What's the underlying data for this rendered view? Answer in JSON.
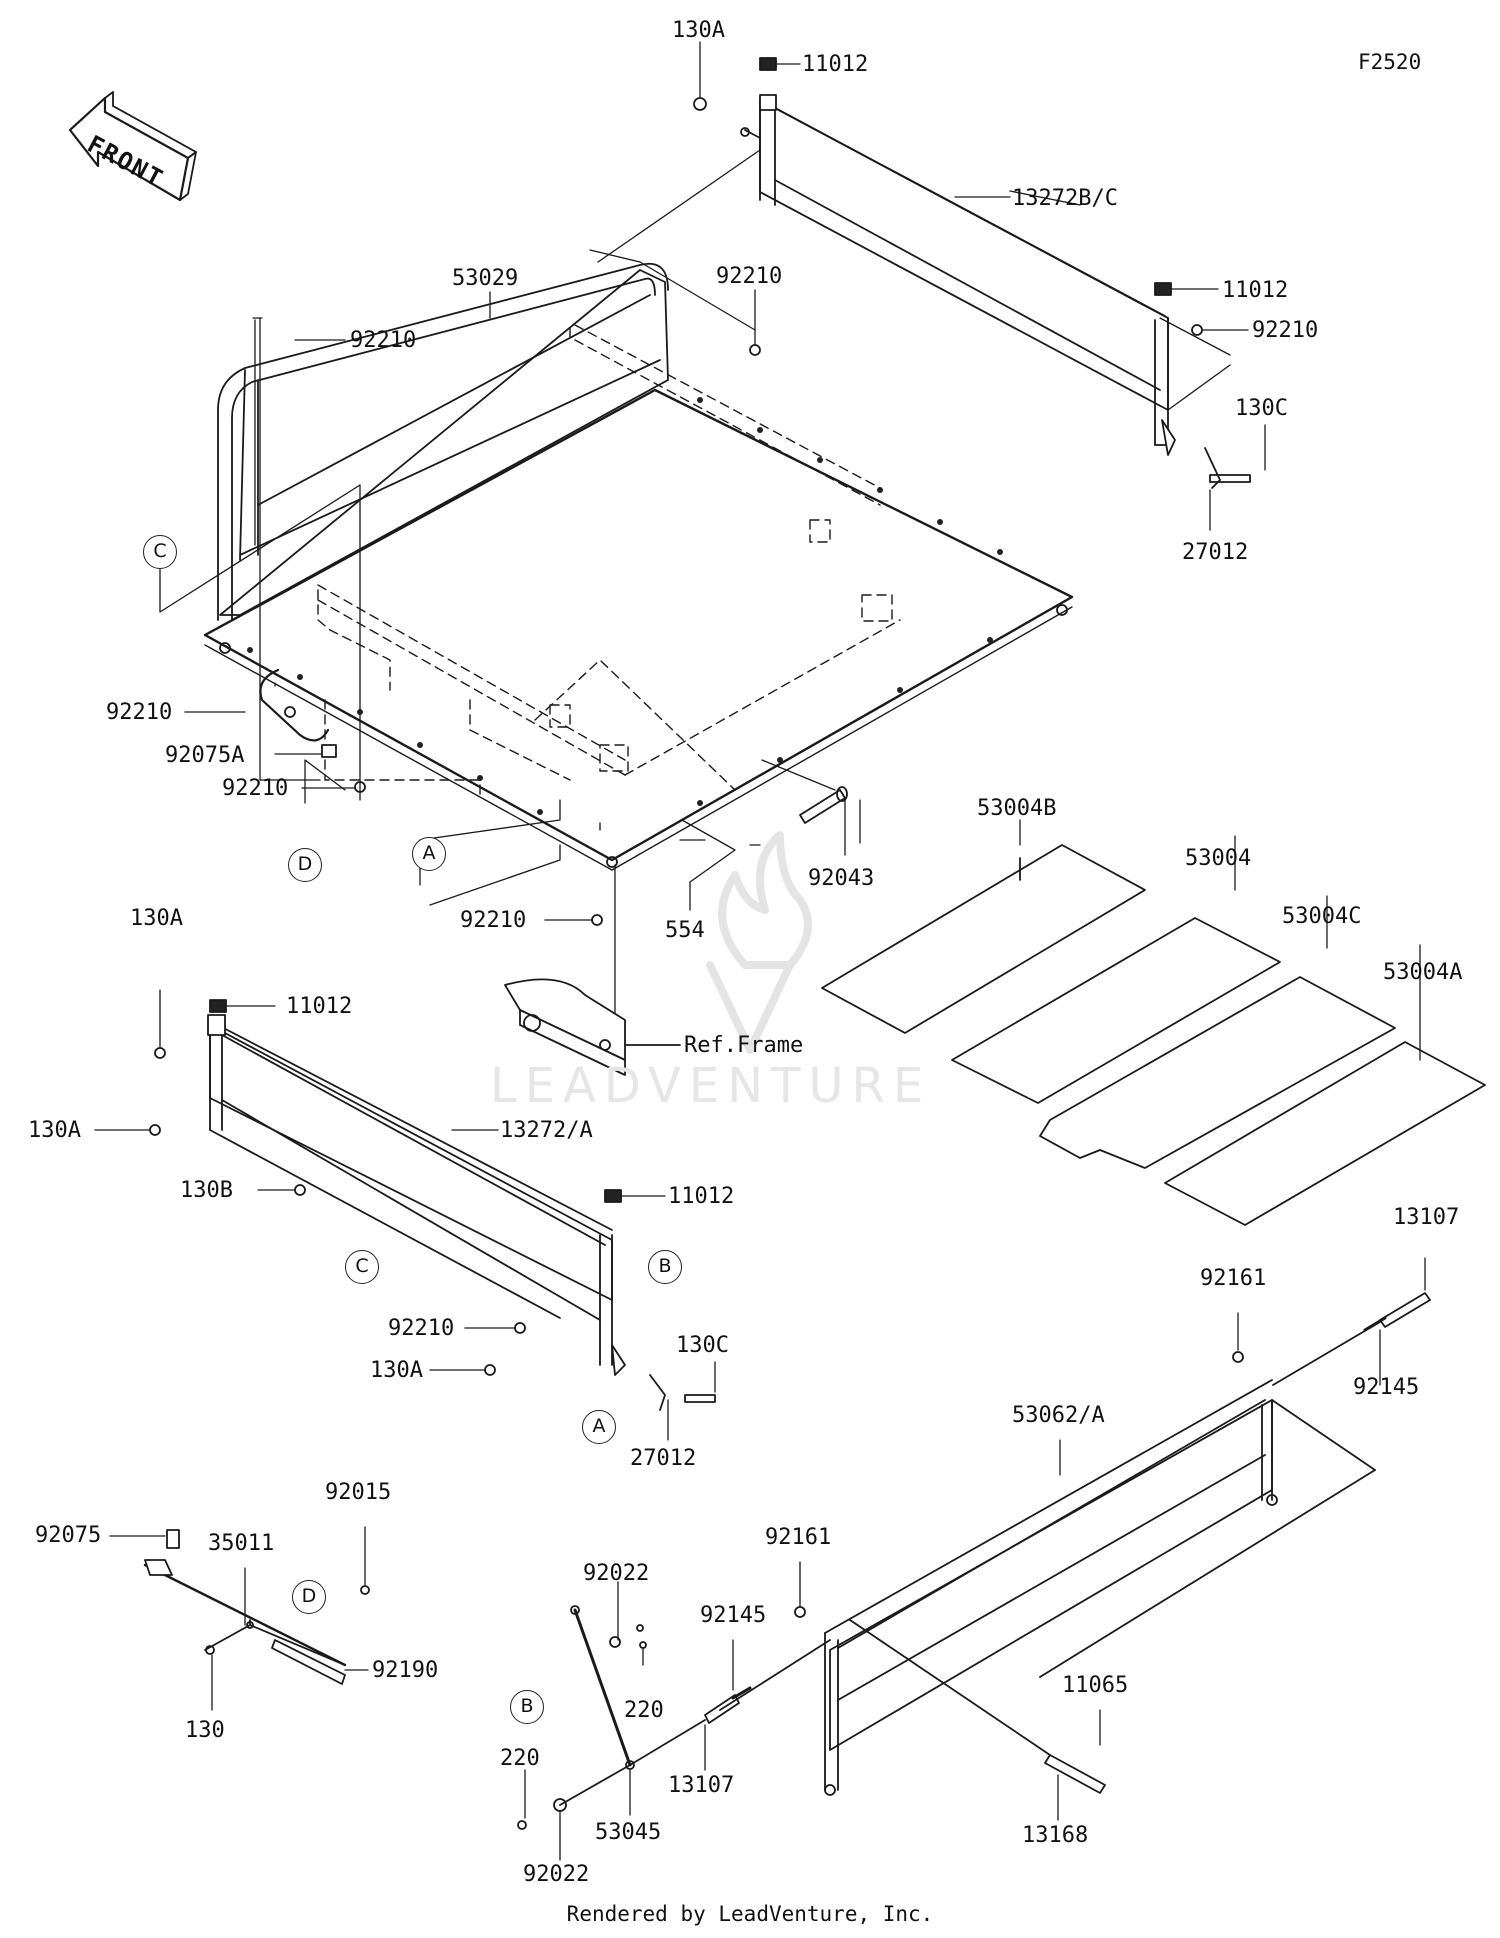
{
  "diagram_code": "F2520",
  "front_label": "FRONT",
  "watermark": "LEADVENTURE",
  "footer": "Rendered by LeadVenture, Inc.",
  "part_labels": {
    "l130a_top": "130A",
    "l11012_top": "11012",
    "l13272bc": "13272B/C",
    "l92210_top": "92210",
    "l11012_right": "11012",
    "l92210_right": "92210",
    "l130c_top": "130C",
    "l27012_top": "27012",
    "l53029": "53029",
    "l92210_left": "92210",
    "l92210_lower1": "92210",
    "l92075a": "92075A",
    "l92210_lower2": "92210",
    "l92043": "92043",
    "l92210_bottom": "92210",
    "l554": "554",
    "l53004b": "53004B",
    "l53004": "53004",
    "l53004c": "53004C",
    "l53004a": "53004A",
    "l130a_mid": "130A",
    "l11012_mid": "11012",
    "l_ref_frame": "Ref.Frame",
    "l130a_side": "130A",
    "l13272a": "13272/A",
    "l130b": "130B",
    "l11012_low": "11012",
    "l92210_side": "92210",
    "l130c_low": "130C",
    "l130a_low": "130A",
    "l27012_low": "27012",
    "l92161_right": "92161",
    "l13107_right": "13107",
    "l92145_right": "92145",
    "l53062a": "53062/A",
    "l92075": "92075",
    "l92015": "92015",
    "l35011": "35011",
    "l92190": "92190",
    "l130": "130",
    "l92161_mid": "92161",
    "l92022_top": "92022",
    "l92145_mid": "92145",
    "l220_right": "220",
    "l13107_mid": "13107",
    "l11065": "11065",
    "l220_left": "220",
    "l53045": "53045",
    "l13168": "13168",
    "l92022_bottom": "92022"
  },
  "callouts": {
    "c_C_top": "C",
    "c_D_top": "D",
    "c_A_top": "A",
    "c_B_mid": "B",
    "c_C_mid": "C",
    "c_A_mid": "A",
    "c_D_low": "D",
    "c_B_low": "B"
  }
}
